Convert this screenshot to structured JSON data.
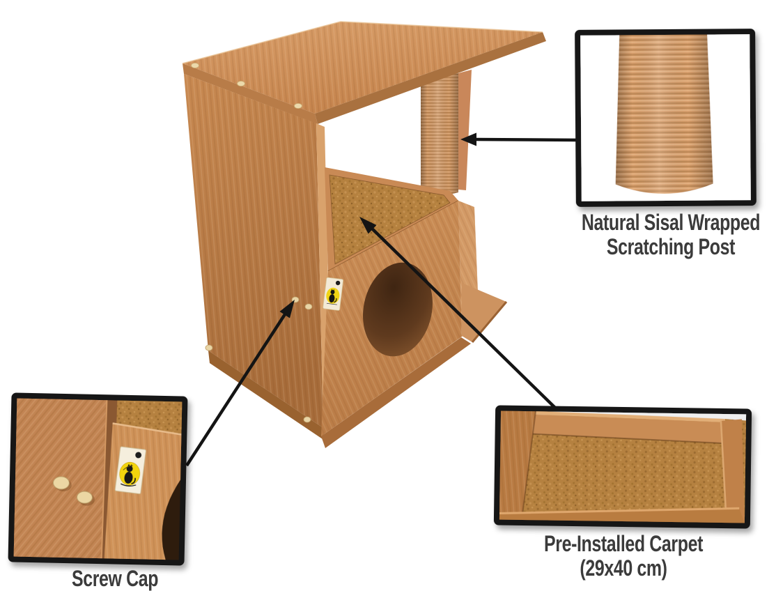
{
  "image_type": "product-feature-infographic",
  "subject": "wooden cat house side table with scratching post",
  "callouts": [
    {
      "id": "scratching-post",
      "lines": [
        "Natural Sisal Wrapped",
        "Scratching Post"
      ]
    },
    {
      "id": "screw-cap",
      "lines": [
        "Screw Cap"
      ]
    },
    {
      "id": "pre-installed-carpet",
      "lines": [
        "Pre-Installed Carpet",
        "(29x40 cm)"
      ]
    }
  ],
  "arrows": [
    {
      "id": "arrow-to-post",
      "target": "sisal scratching post"
    },
    {
      "id": "arrow-to-screw-cap",
      "target": "screw cap on side panel"
    },
    {
      "id": "arrow-to-carpet",
      "target": "carpeted platform"
    }
  ],
  "branding": {
    "sticker": "yellow-oval-cat-logo-sticker"
  },
  "palette": {
    "background": "#ffffff",
    "wood_light": "#d69a64",
    "wood_mid": "#c8884f",
    "wood_dark": "#a86d3b",
    "sisal": "#d9a06e",
    "carpet": "#b5813f",
    "screw_cap": "#ecd7a3",
    "outline_black": "#161616",
    "caption_text": "#3b3b3b",
    "sticker_yellow": "#f2d410"
  }
}
